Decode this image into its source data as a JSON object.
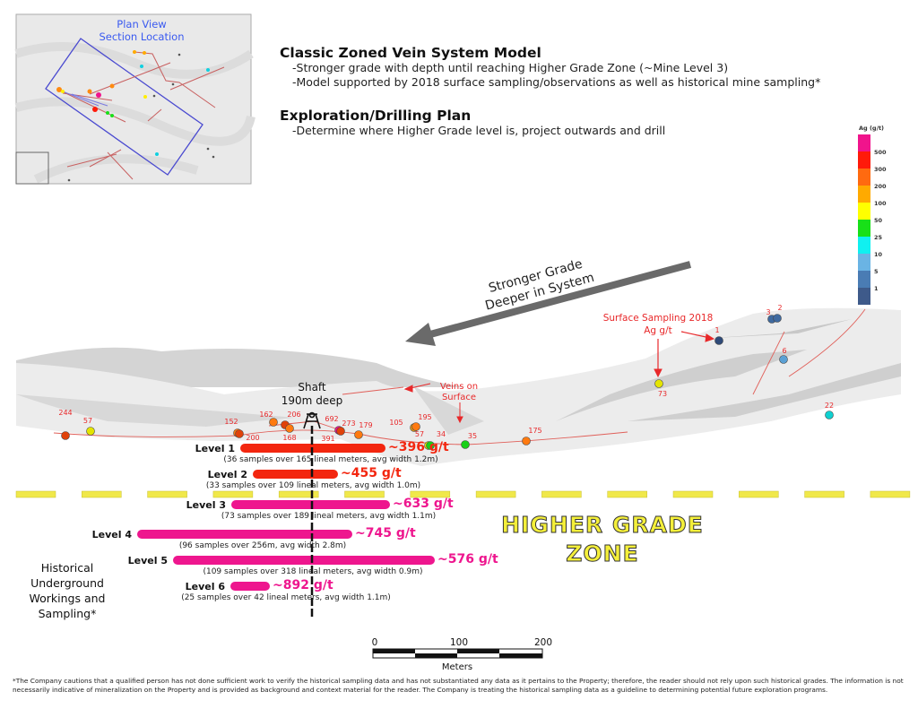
{
  "inset": {
    "title_line1": "Plan View",
    "title_line2": "Section Location"
  },
  "header": {
    "title": "Classic Zoned Vein System Model",
    "bullets": [
      "-Stronger grade with depth until reaching Higher Grade Zone (~Mine Level 3)",
      "-Model supported by 2018 surface sampling/observations as well as historical mine sampling*"
    ],
    "title2": "Exploration/Drilling Plan",
    "bullets2": [
      "-Determine where Higher Grade level is, project outwards and drill"
    ]
  },
  "legend": {
    "title": "Ag (g/t)",
    "bins": [
      {
        "label": "500",
        "color": "#f0148c"
      },
      {
        "label": "300",
        "color": "#ff1a0a"
      },
      {
        "label": "200",
        "color": "#ff6a10"
      },
      {
        "label": "100",
        "color": "#ffaa00"
      },
      {
        "label": "50",
        "color": "#ffff00"
      },
      {
        "label": "25",
        "color": "#18e018"
      },
      {
        "label": "10",
        "color": "#10f0f0"
      },
      {
        "label": "5",
        "color": "#6ab4e4"
      },
      {
        "label": "1",
        "color": "#4a7cb4"
      },
      {
        "label": "",
        "color": "#3e5a8a"
      }
    ]
  },
  "arrow_text": {
    "line1": "Stronger Grade",
    "line2": "Deeper in System"
  },
  "annotations": {
    "surface_sampling_line1": "Surface Sampling 2018",
    "surface_sampling_line2": "Ag g/t",
    "veins_line1": "Veins on",
    "veins_line2": "Surface",
    "shaft_line1": "Shaft",
    "shaft_line2": "190m deep"
  },
  "samples": [
    "244",
    "57",
    "152",
    "200",
    "162",
    "206",
    "168",
    "692",
    "273",
    "179",
    "391",
    "105",
    "195",
    "57",
    "34",
    "35",
    "175",
    "73",
    "1",
    "3",
    "2",
    "6",
    "22"
  ],
  "levels": [
    {
      "label": "Level 1",
      "value": "~396 g/t",
      "detail": "(36 samples over 165 lineal meters, avg width 1.2m)",
      "color": "#f3260f"
    },
    {
      "label": "Level 2",
      "value": "~455 g/t",
      "detail": "(33 samples over 109 lineal meters, avg width 1.0m)",
      "color": "#f3260f"
    },
    {
      "label": "Level 3",
      "value": "~633 g/t",
      "detail": "(73 samples over 189 lineal meters, avg width 1.1m)",
      "color": "#ee168e"
    },
    {
      "label": "Level 4",
      "value": "~745 g/t",
      "detail": "(96 samples over 256m, avg width 2.8m)",
      "color": "#ee168e"
    },
    {
      "label": "Level 5",
      "value": "~576 g/t",
      "detail": "(109 samples over 318 lineal meters, avg width 0.9m)",
      "color": "#ee168e"
    },
    {
      "label": "Level 6",
      "value": "~892 g/t",
      "detail": "(25 samples over 42 lineal meters, avg width 1.1m)",
      "color": "#ee168e"
    }
  ],
  "zone": {
    "line1": "HIGHER GRADE",
    "line2": "ZONE"
  },
  "historical": {
    "line1": "Historical",
    "line2": "Underground",
    "line3": "Workings and",
    "line4": "Sampling*"
  },
  "scale_bar": {
    "ticks": [
      "0",
      "100",
      "200"
    ],
    "unit": "Meters"
  },
  "footnote": "*The Company cautions that a qualified person has not done sufficient work to verify the historical sampling data and has not substantiated any data as it pertains to the Property; therefore, the reader should not rely upon such historical grades. The information is not necessarily indicative of mineralization on the Property and is provided as background and context material for the reader. The Company is treating the historical sampling data as a guideline to determining potential future exploration programs."
}
